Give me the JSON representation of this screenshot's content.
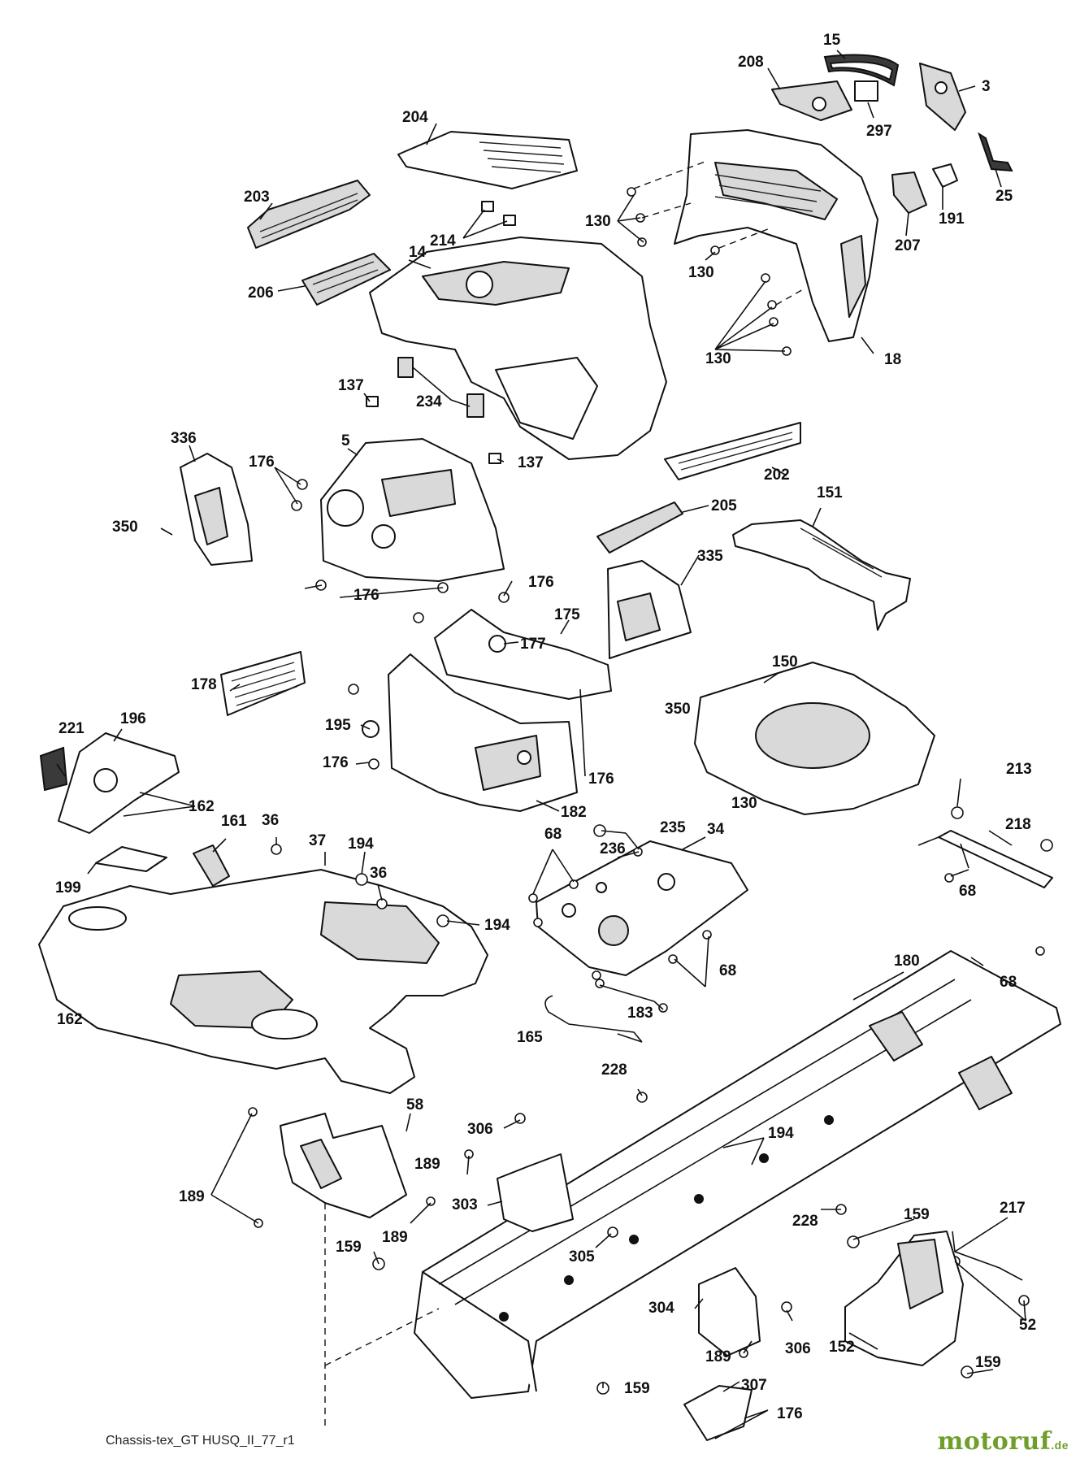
{
  "diagram": {
    "callouts": [
      "15",
      "208",
      "3",
      "297",
      "25",
      "191",
      "207",
      "204",
      "203",
      "214",
      "130",
      "206",
      "14",
      "18",
      "137",
      "234",
      "336",
      "5",
      "176",
      "350",
      "202",
      "205",
      "151",
      "335",
      "175",
      "177",
      "178",
      "221",
      "196",
      "195",
      "150",
      "182",
      "213",
      "162",
      "161",
      "36",
      "37",
      "194",
      "235",
      "34",
      "68",
      "236",
      "218",
      "199",
      "183",
      "180",
      "165",
      "228",
      "58",
      "306",
      "189",
      "303",
      "305",
      "159",
      "217",
      "304",
      "152",
      "52",
      "307"
    ],
    "caption": "Chassis-tex_GT HUSQ_II_77_r1",
    "watermark": {
      "brand": "motoruf",
      "tld": ".de"
    }
  }
}
